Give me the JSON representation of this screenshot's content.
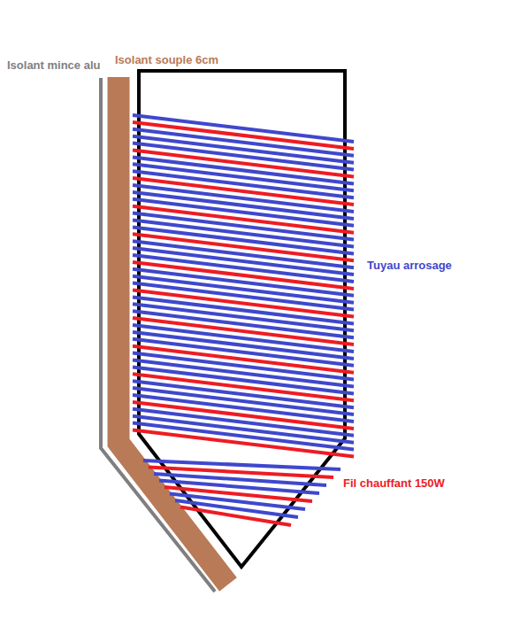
{
  "diagram": {
    "labels": [
      "Isolant mince alu",
      "Isolant souple 6cm",
      "Tuyau arrosage",
      "Fil chauffant 150W"
    ]
  }
}
